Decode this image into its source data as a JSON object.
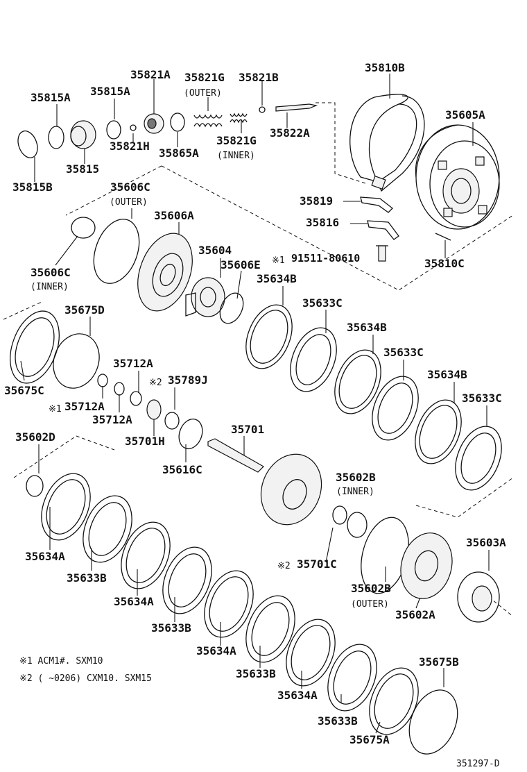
{
  "diagram": {
    "callouts": [
      {
        "id": "c01",
        "text": "35821A"
      },
      {
        "id": "c02",
        "text": "35821G"
      },
      {
        "id": "c03",
        "text": "35821B"
      },
      {
        "id": "c04",
        "text": "35810B"
      },
      {
        "id": "c05",
        "text": "35815A"
      },
      {
        "id": "c06",
        "text": "35815A"
      },
      {
        "id": "c07",
        "text": "35605A"
      },
      {
        "id": "c08",
        "text": "35821H"
      },
      {
        "id": "c09",
        "text": "35865A"
      },
      {
        "id": "c10",
        "text": "35821G"
      },
      {
        "id": "c11",
        "text": "35822A"
      },
      {
        "id": "c12",
        "text": "35815"
      },
      {
        "id": "c13",
        "text": "35815B"
      },
      {
        "id": "c14",
        "text": "35606C"
      },
      {
        "id": "c15",
        "text": "35819"
      },
      {
        "id": "c16",
        "text": "35816"
      },
      {
        "id": "c17",
        "text": "35606A"
      },
      {
        "id": "c18",
        "text": "35604"
      },
      {
        "id": "c19",
        "text": "35606E"
      },
      {
        "id": "c20",
        "text": "35810C"
      },
      {
        "id": "c21",
        "text": "35606C"
      },
      {
        "id": "c22",
        "text": "35634B"
      },
      {
        "id": "c23",
        "text": "35633C"
      },
      {
        "id": "c24",
        "text": "35675D"
      },
      {
        "id": "c25",
        "text": "35634B"
      },
      {
        "id": "c26",
        "text": "35633C"
      },
      {
        "id": "c27",
        "text": "35712A"
      },
      {
        "id": "c28",
        "text": "35789J"
      },
      {
        "id": "c29",
        "text": "35634B"
      },
      {
        "id": "c30",
        "text": "35675C"
      },
      {
        "id": "c31",
        "text": "35633C"
      },
      {
        "id": "c32",
        "text": "35712A"
      },
      {
        "id": "c33",
        "text": "35712A"
      },
      {
        "id": "c34",
        "text": "35701"
      },
      {
        "id": "c35",
        "text": "35602D"
      },
      {
        "id": "c36",
        "text": "35701H"
      },
      {
        "id": "c37",
        "text": "35616C"
      },
      {
        "id": "c38",
        "text": "35602B"
      },
      {
        "id": "c39",
        "text": "35603A"
      },
      {
        "id": "c40",
        "text": "35634A"
      },
      {
        "id": "c41",
        "text": "35701C"
      },
      {
        "id": "c42",
        "text": "35633B"
      },
      {
        "id": "c43",
        "text": "35602B"
      },
      {
        "id": "c44",
        "text": "35634A"
      },
      {
        "id": "c45",
        "text": "35602A"
      },
      {
        "id": "c46",
        "text": "35633B"
      },
      {
        "id": "c47",
        "text": "35634A"
      },
      {
        "id": "c48",
        "text": "35675B"
      },
      {
        "id": "c49",
        "text": "35633B"
      },
      {
        "id": "c50",
        "text": "35634A"
      },
      {
        "id": "c51",
        "text": "35633B"
      },
      {
        "id": "c52",
        "text": "35675A"
      }
    ],
    "qualifiers": [
      {
        "id": "q01",
        "text": "(OUTER)"
      },
      {
        "id": "q02",
        "text": "(INNER)"
      },
      {
        "id": "q03",
        "text": "(OUTER)"
      },
      {
        "id": "q04",
        "text": "(INNER)"
      },
      {
        "id": "q05",
        "text": "(INNER)"
      },
      {
        "id": "q06",
        "text": "(OUTER)"
      }
    ],
    "marks": [
      {
        "id": "m01",
        "text": "※1"
      },
      {
        "id": "m02",
        "text": "※2"
      },
      {
        "id": "m03",
        "text": "※1"
      },
      {
        "id": "m04",
        "text": "※2"
      }
    ],
    "bolt_part": "91511-80610",
    "footnotes": [
      "※1 ACM1#. SXM10",
      "※2 (     ~0206) CXM10. SXM15"
    ],
    "drawing_code": "351297-D"
  }
}
